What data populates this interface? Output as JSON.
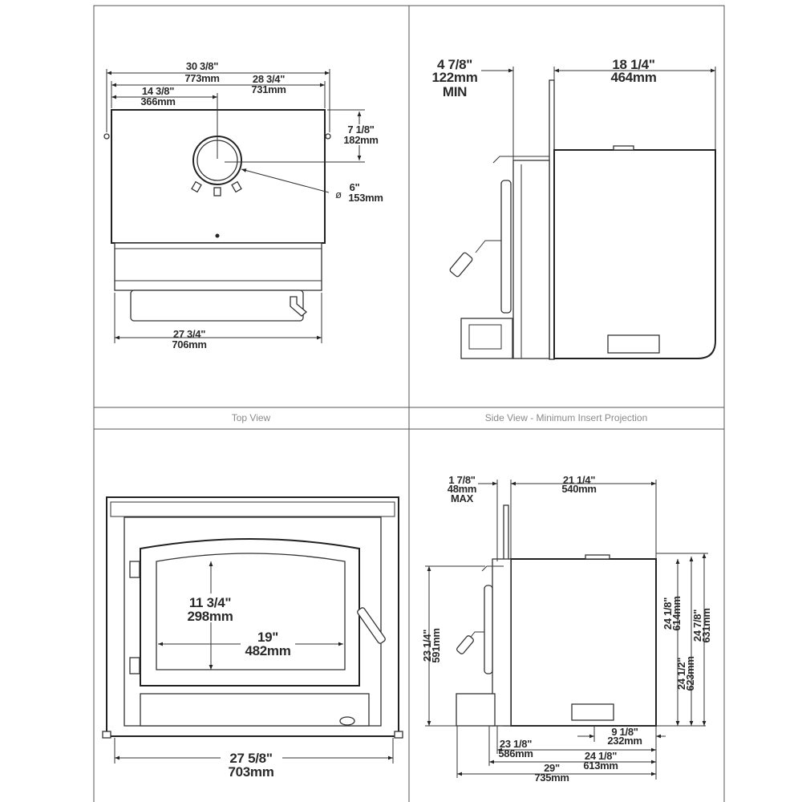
{
  "captions": {
    "top_view": "Top View",
    "side_view_min": "Side View - Minimum Insert Projection"
  },
  "top_view": {
    "overall_width": {
      "in": "30 3/8\"",
      "mm": "773mm"
    },
    "body_width": {
      "in": "28 3/4\"",
      "mm": "731mm"
    },
    "flue_offset_x": {
      "in": "14 3/8\"",
      "mm": "366mm"
    },
    "flue_offset_y": {
      "in": "7 1/8\"",
      "mm": "182mm"
    },
    "flue_diameter": {
      "symbol": "ø",
      "in": "6\"",
      "mm": "153mm"
    },
    "front_width": {
      "in": "27 3/4\"",
      "mm": "706mm"
    }
  },
  "side_view_min": {
    "projection": {
      "in": "4 7/8\"",
      "mm": "122mm",
      "note": "MIN"
    },
    "depth": {
      "in": "18 1/4\"",
      "mm": "464mm"
    }
  },
  "front_view": {
    "glass_height": {
      "in": "11 3/4\"",
      "mm": "298mm"
    },
    "glass_width": {
      "in": "19\"",
      "mm": "482mm"
    },
    "overall_width": {
      "in": "27 5/8\"",
      "mm": "703mm"
    }
  },
  "side_view_max": {
    "projection": {
      "in": "1 7/8\"",
      "mm": "48mm",
      "note": "MAX"
    },
    "depth": {
      "in": "21 1/4\"",
      "mm": "540mm"
    },
    "front_height": {
      "in": "23 1/4\"",
      "mm": "591mm"
    },
    "body_height": {
      "in": "24 1/8\"",
      "mm": "614mm"
    },
    "height_2": {
      "in": "24 1/2\"",
      "mm": "623mm"
    },
    "overall_height": {
      "in": "24 7/8\"",
      "mm": "631mm"
    },
    "rear_offset": {
      "in": "9 1/8\"",
      "mm": "232mm"
    },
    "depth_a": {
      "in": "23 1/8\"",
      "mm": "586mm"
    },
    "depth_b": {
      "in": "24 1/8\"",
      "mm": "613mm"
    },
    "overall_depth": {
      "in": "29\"",
      "mm": "735mm"
    }
  }
}
